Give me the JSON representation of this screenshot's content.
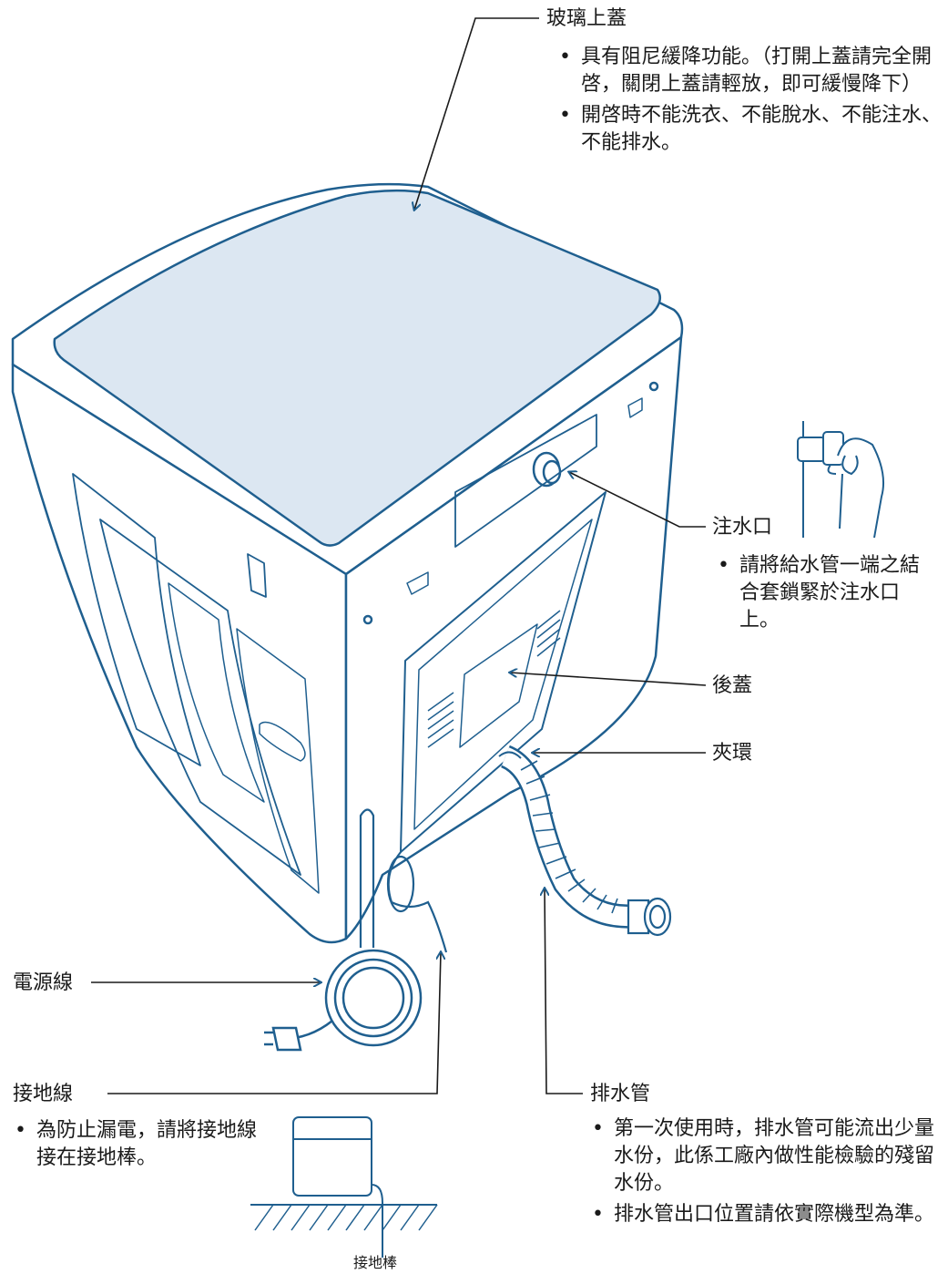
{
  "callouts": {
    "glass_lid": {
      "title": "玻璃上蓋",
      "bullets": [
        "具有阻尼緩降功能。（打開上蓋請完全開啓，關閉上蓋請輕放，即可緩慢降下）",
        "開啓時不能洗衣、不能脫水、不能注水、不能排水。"
      ]
    },
    "water_inlet": {
      "title": "注水口",
      "bullets": [
        "請將給水管一端之結合套鎖緊於注水口上。"
      ]
    },
    "back_cover": {
      "title": "後蓋"
    },
    "clamp": {
      "title": "夾環"
    },
    "power_cord": {
      "title": "電源線"
    },
    "ground_wire": {
      "title": "接地線",
      "bullets": [
        "為防止漏電，請將接地線接在接地棒。"
      ],
      "rod_label": "接地棒"
    },
    "drain_hose": {
      "title": "排水管",
      "bullets": [
        "第一次使用時，排水管可能流出少量水份，此係工廠內做性能檢驗的殘留水份。",
        "排水管出口位置請依實際機型為準。"
      ]
    }
  },
  "colors": {
    "outline": "#1f5f8f",
    "lid_fill": "#dce7f2",
    "leader": "#1a1a1a"
  }
}
